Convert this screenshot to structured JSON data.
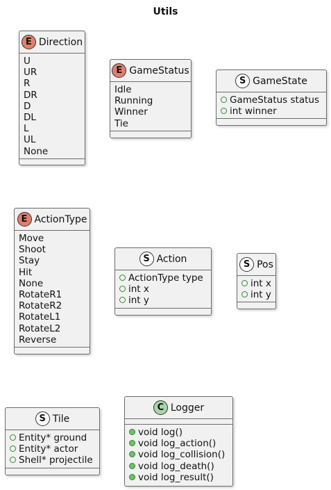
{
  "diagram": {
    "title": "Utils",
    "direction": {
      "name": "Direction",
      "badge": "E",
      "kind": "enum",
      "values": [
        "U",
        "UR",
        "R",
        "DR",
        "D",
        "DL",
        "L",
        "UL",
        "None"
      ]
    },
    "game_status": {
      "name": "GameStatus",
      "badge": "E",
      "kind": "enum",
      "values": [
        "Idle",
        "Running",
        "Winner",
        "Tie"
      ]
    },
    "game_state": {
      "name": "GameState",
      "badge": "S",
      "kind": "struct",
      "fields": [
        "GameStatus status",
        "int winner"
      ]
    },
    "action_type": {
      "name": "ActionType",
      "badge": "E",
      "kind": "enum",
      "values": [
        "Move",
        "Shoot",
        "Stay",
        "Hit",
        "None",
        "RotateR1",
        "RotateR2",
        "RotateL1",
        "RotateL2",
        "Reverse"
      ]
    },
    "action": {
      "name": "Action",
      "badge": "S",
      "kind": "struct",
      "fields": [
        "ActionType type",
        "int x",
        "int y"
      ]
    },
    "pos": {
      "name": "Pos",
      "badge": "S",
      "kind": "struct",
      "fields": [
        "int x",
        "int y"
      ]
    },
    "tile": {
      "name": "Tile",
      "badge": "S",
      "kind": "struct",
      "fields": [
        "Entity* ground",
        "Entity* actor",
        "Shell* projectile"
      ]
    },
    "logger": {
      "name": "Logger",
      "badge": "C",
      "kind": "class",
      "methods": [
        "void log()",
        "void log_action()",
        "void log_collision()",
        "void log_death()",
        "void log_result()"
      ]
    },
    "colors": {
      "enum_badge": "#e07f6c",
      "class_badge": "#a9d5a9",
      "struct_badge": "#ffffff",
      "box_fill": "#f1f1f1",
      "box_border": "#6b6b6b"
    }
  }
}
